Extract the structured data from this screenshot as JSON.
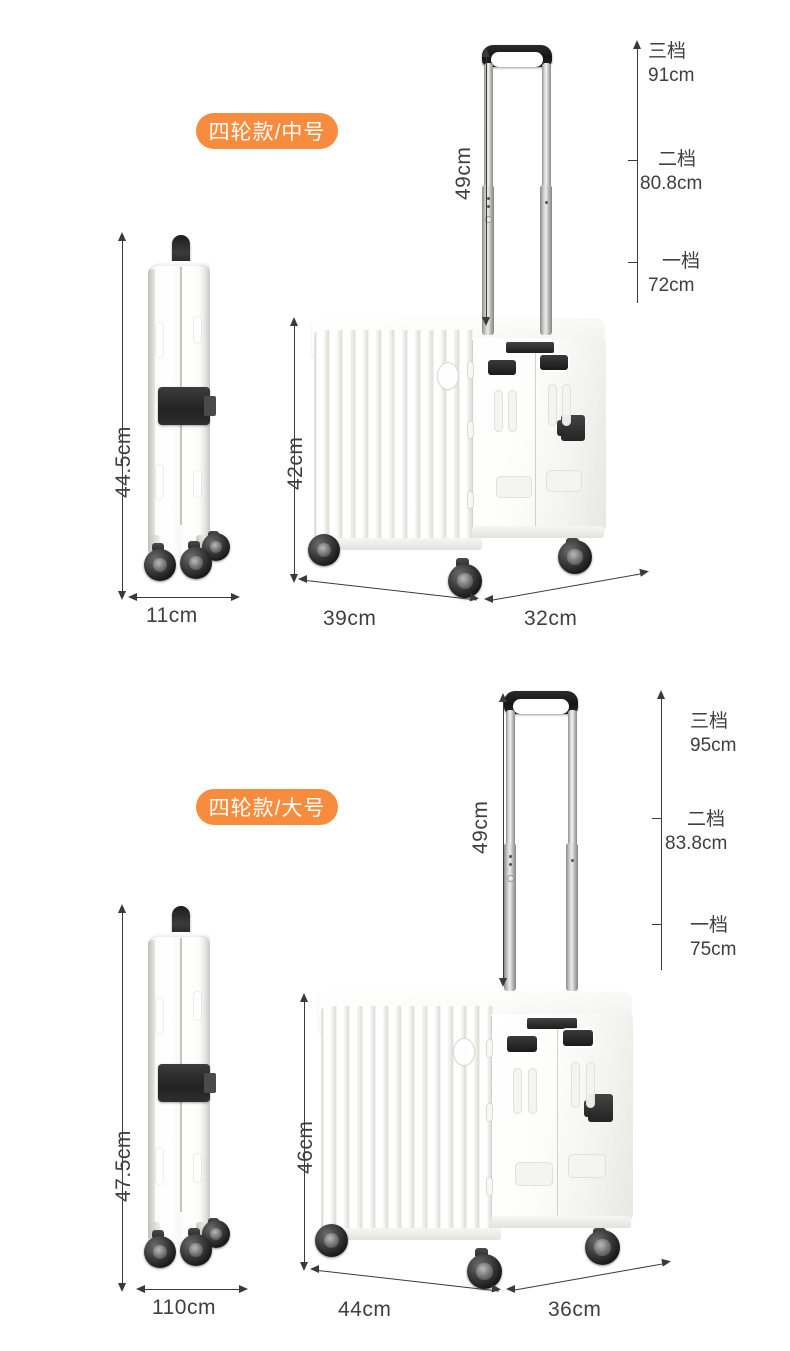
{
  "page": {
    "background": "#ffffff",
    "accent_orange": "#f78c3f",
    "line_color": "#3a3a3a"
  },
  "sections": [
    {
      "id": "medium",
      "badge": "四轮款/中号",
      "folded": {
        "height_label": "44.5cm",
        "width_label": "11cm"
      },
      "open": {
        "handle_label": "49cm",
        "body_height_label": "42cm",
        "depth_label": "39cm",
        "width_label": "32cm"
      },
      "tiers": [
        {
          "name": "三档",
          "value": "91cm"
        },
        {
          "name": "二档",
          "value": "80.8cm"
        },
        {
          "name": "一档",
          "value": "72cm"
        }
      ]
    },
    {
      "id": "large",
      "badge": "四轮款/大号",
      "folded": {
        "height_label": "47.5cm",
        "width_label": "110cm"
      },
      "open": {
        "handle_label": "49cm",
        "body_height_label": "46cm",
        "depth_label": "44cm",
        "width_label": "36cm"
      },
      "tiers": [
        {
          "name": "三档",
          "value": "95cm"
        },
        {
          "name": "二档",
          "value": "83.8cm"
        },
        {
          "name": "一档",
          "value": "75cm"
        }
      ]
    }
  ]
}
